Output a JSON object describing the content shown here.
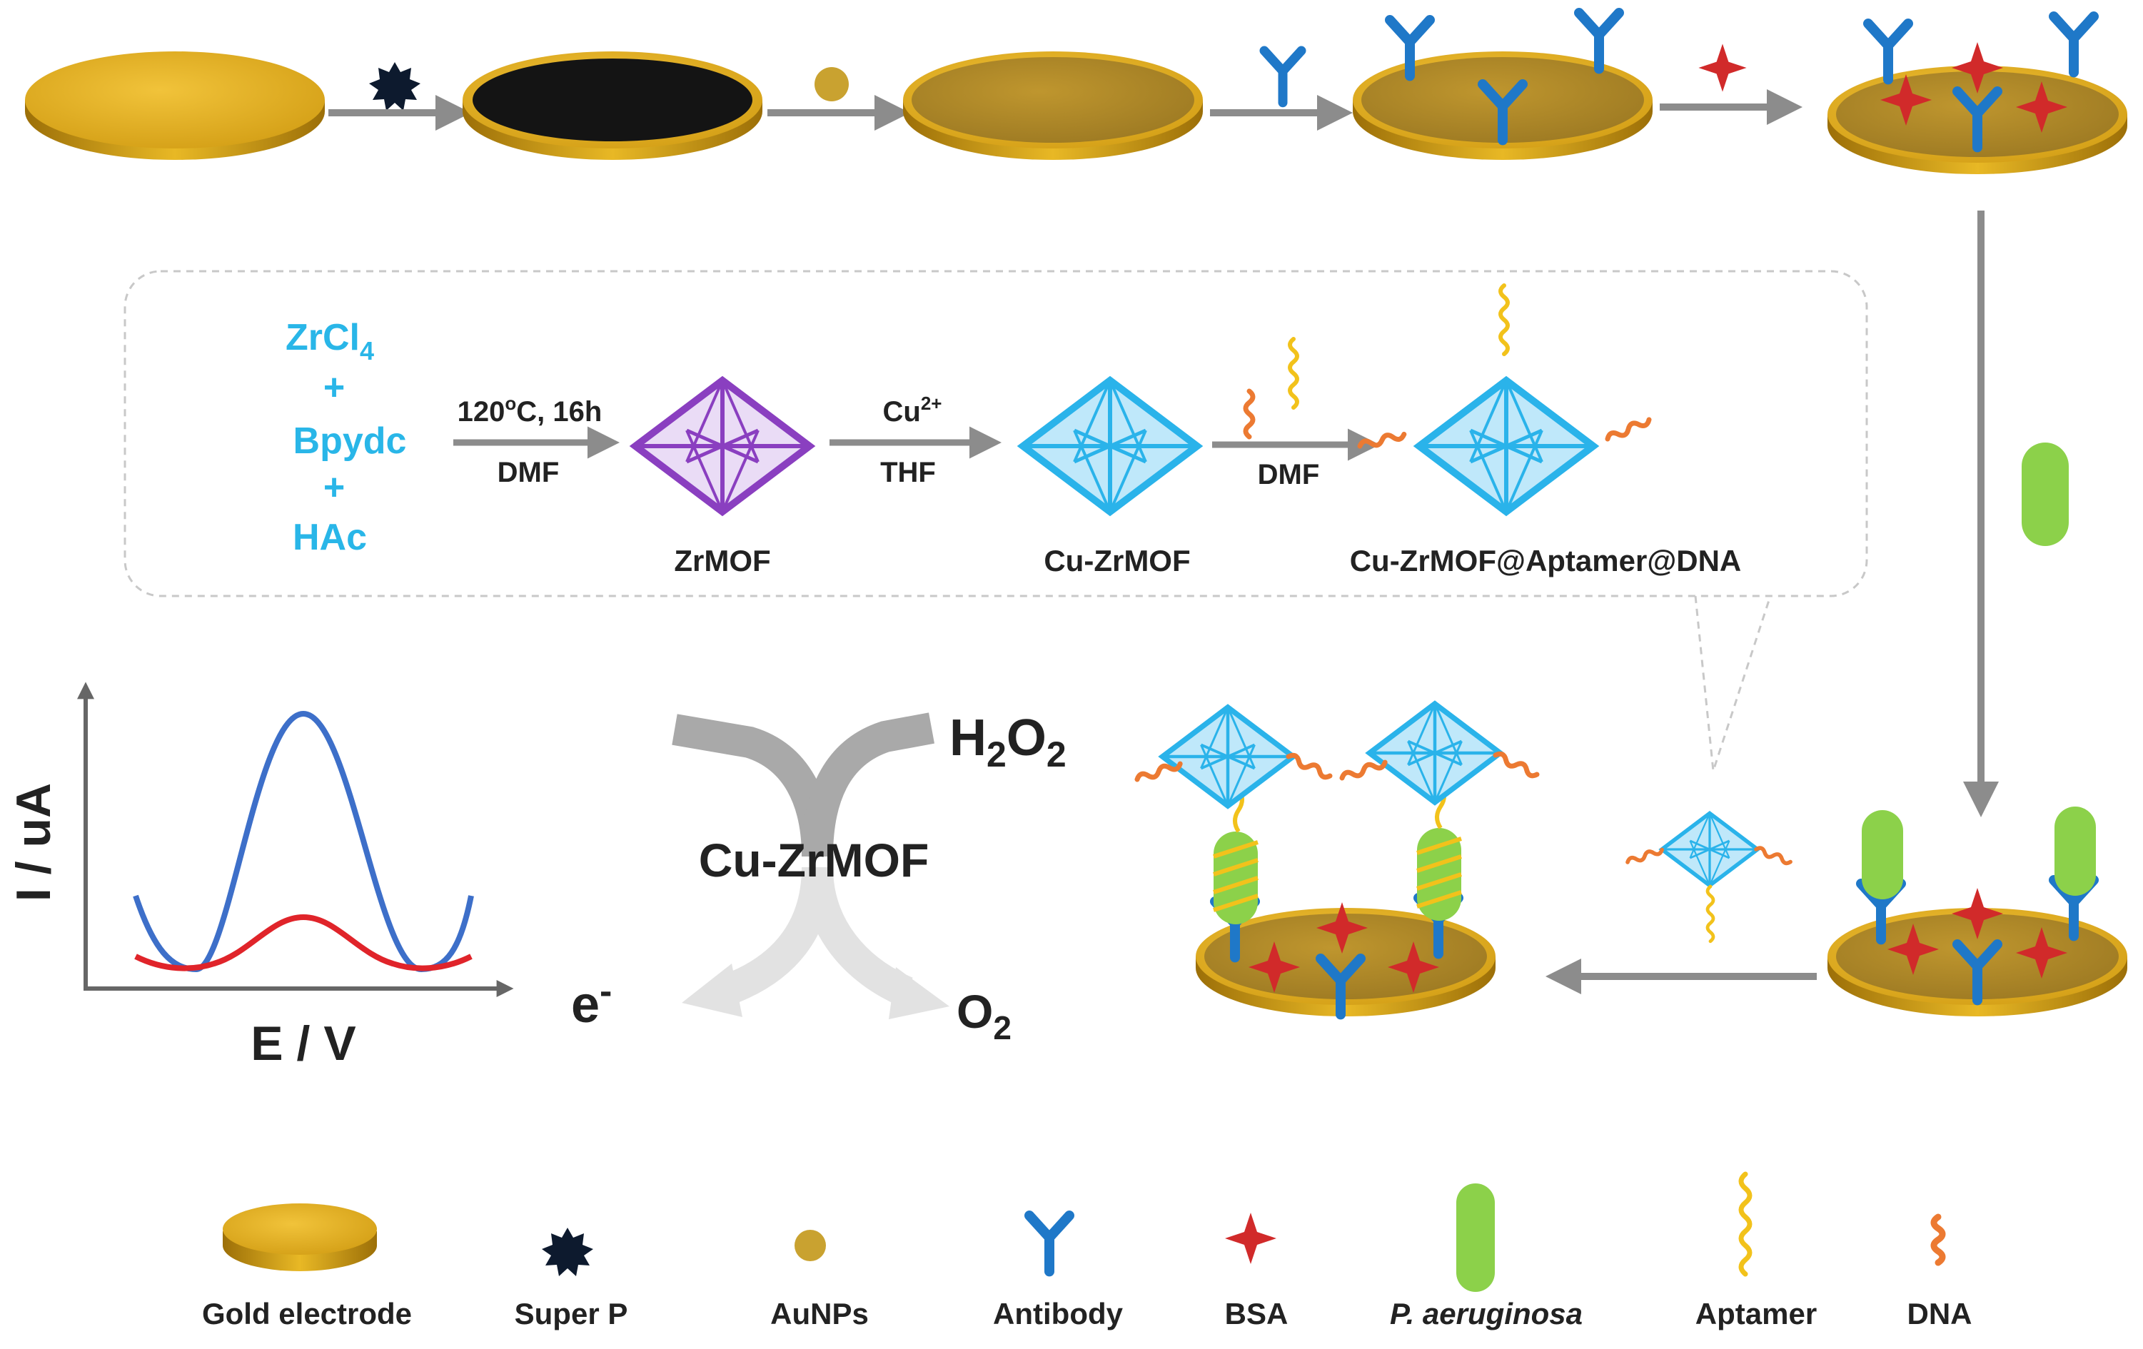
{
  "synthesis": {
    "reagent1": "ZrCl",
    "reagent1_sub": "4",
    "plus": "+",
    "reagent2": "Bpydc",
    "reagent3": "HAc",
    "step1_top": "120",
    "step1_top_sup": "o",
    "step1_top_rest": "C, 16h",
    "step1_bottom": "DMF",
    "step2_top": "Cu",
    "step2_top_sup": "2+",
    "step2_bottom": "THF",
    "step3_bottom": "DMF",
    "product1": "ZrMOF",
    "product2": "Cu-ZrMOF",
    "product3": "Cu-ZrMOF@Aptamer@DNA"
  },
  "catalysis": {
    "reactant": "H",
    "reactant_sub1": "2",
    "reactant_mid": "O",
    "reactant_sub2": "2",
    "catalyst": "Cu-ZrMOF",
    "electron": "e",
    "electron_sup": "-",
    "product": "O",
    "product_sub": "2"
  },
  "plot": {
    "ylabel": "I / uA",
    "xlabel": "E / V"
  },
  "legend": [
    {
      "label": "Gold electrode",
      "italic": false
    },
    {
      "label": "Super P",
      "italic": false
    },
    {
      "label": "AuNPs",
      "italic": false
    },
    {
      "label": "Antibody",
      "italic": false
    },
    {
      "label": "BSA",
      "italic": false
    },
    {
      "label": "P. aeruginosa",
      "italic": true
    },
    {
      "label": "Aptamer",
      "italic": false
    },
    {
      "label": "DNA",
      "italic": false
    }
  ],
  "colors": {
    "gold": "#d9a61c",
    "gold_dark": "#a87a0e",
    "surface": "#b08a2a",
    "antibody": "#1f78c8",
    "bsa": "#d12a2a",
    "bacteria": "#8cd14a",
    "aptamer": "#f2c21b",
    "dna": "#ec7a32",
    "zrmof": "#8a3fc0",
    "cuzrmof": "#2ab3ea",
    "arrow": "#8c8c8c",
    "curve_high": "#3d6fc9",
    "curve_low": "#e0242a"
  }
}
